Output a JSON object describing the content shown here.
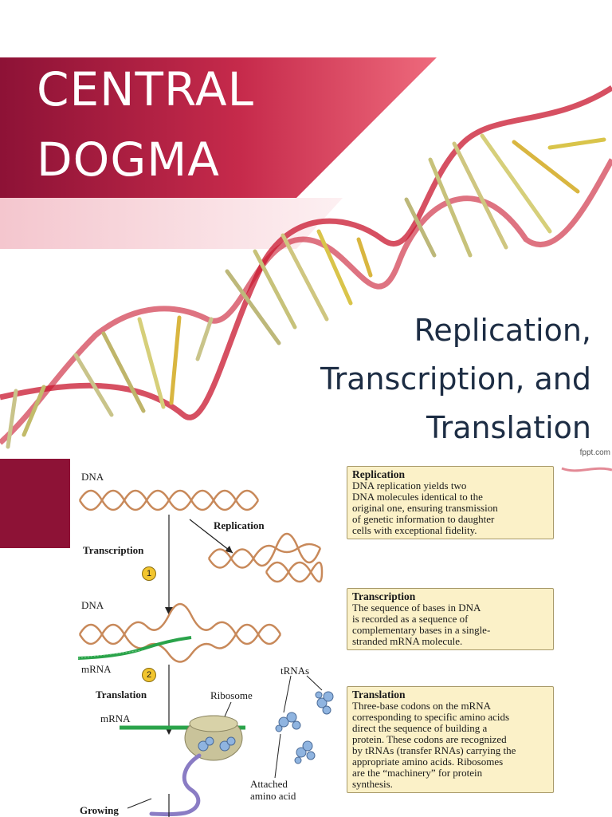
{
  "slide1": {
    "title_lines": [
      "CENTRAL",
      "DOGMA"
    ],
    "subtitle_lines": [
      "Replication,",
      "Transcription, and",
      "Translation"
    ],
    "credit": "fppt.com",
    "colors": {
      "banner": "#9b1538",
      "banner_light": "#e2566b",
      "subtitle": "#1d2d44",
      "helix": "#c8152d"
    }
  },
  "diagram": {
    "labels": {
      "dna_top": "DNA",
      "replication": "Replication",
      "transcription": "Transcription",
      "step1": "1",
      "dna_mid": "DNA",
      "mrna_mid": "mRNA",
      "step2": "2",
      "translation": "Translation",
      "trnas": "tRNAs",
      "ribosome": "Ribosome",
      "mrna_bottom": "mRNA",
      "attached_amino_acid_1": "Attached",
      "attached_amino_acid_2": "amino acid",
      "growing": "Growing"
    },
    "boxes": [
      {
        "heading": "Replication",
        "body": "DNA replication yields two\nDNA molecules identical to the\noriginal one, ensuring transmission\nof genetic information to daughter\ncells with exceptional fidelity."
      },
      {
        "heading": "Transcription",
        "body": "The sequence of bases in DNA\nis recorded as a sequence of\ncomplementary bases in a single-\nstranded mRNA molecule."
      },
      {
        "heading": "Translation",
        "body": "Three-base codons on the mRNA\ncorresponding to specific amino acids\ndirect the sequence of building a\nprotein.  These codons are recognized\nby tRNAs (transfer RNAs) carrying the\nappropriate amino acids.  Ribosomes\nare the “machinery” for protein\nsynthesis."
      }
    ],
    "colors": {
      "dna": "#c8895a",
      "mrna": "#2aa34a",
      "ribosome": "#c9c39a",
      "trna": "#8fb4e0",
      "chain": "#8a7cc4",
      "box": "#fbf1c8"
    }
  }
}
